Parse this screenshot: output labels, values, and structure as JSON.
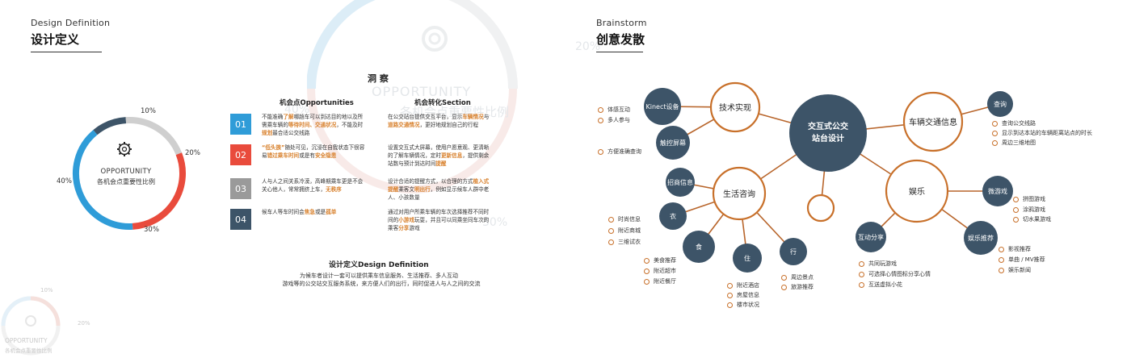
{
  "left_section": {
    "title_en": "Design Definition",
    "title_zh": "设计定义"
  },
  "right_section": {
    "title_en": "Brainstorm",
    "title_zh": "创意发散"
  },
  "watermark": {
    "big_text": "OPPORTUNITY",
    "big_sub": "各机会点重要性比例",
    "pct_20": "20%",
    "pct_30": "30%",
    "pct_40": "40%",
    "pct_10": "10%",
    "small_text": "OPPORTUNITY",
    "small_sub": "各机会点重要性比例"
  },
  "donut": {
    "center_title": "OPPORTUNITY",
    "center_sub": "各机会点重要性比例",
    "labels": {
      "p10": "10%",
      "p20": "20%",
      "p30": "30%",
      "p40": "40%"
    },
    "values": [
      10,
      20,
      30,
      40
    ],
    "colors": {
      "dark": "#3d5468",
      "grey": "#cfcfcf",
      "red": "#e94b3c",
      "blue": "#2f9cd8"
    }
  },
  "insight": {
    "heading": "洞 察",
    "col1_head": "机会点Opportunities",
    "col2_head": "机会转化Section",
    "rows": [
      {
        "num": "01",
        "color": "#2f9cd8",
        "opp": [
          [
            "不能准确",
            ""
          ],
          [
            "了解",
            "hl"
          ],
          [
            "哪趟车可以到达目的地以及所需乘车辆的",
            ""
          ],
          [
            "等待时间、交通状况",
            "hl"
          ],
          [
            "，不能及时",
            ""
          ],
          [
            "规划",
            "hl"
          ],
          [
            "最合适公交线路",
            ""
          ]
        ],
        "sol": [
          [
            "在公交站台提供交互平台，显示",
            ""
          ],
          [
            "车辆情况",
            "hl"
          ],
          [
            "与",
            ""
          ],
          [
            "道路交通情况",
            "hl"
          ],
          [
            "，更好地规划自己的行程",
            ""
          ]
        ]
      },
      {
        "num": "02",
        "color": "#e94b3c",
        "opp": [
          [
            "“低头族”",
            "hl"
          ],
          [
            "随处可见，沉浸在自我状态下很容易",
            ""
          ],
          [
            "错过乘车时间",
            "hl"
          ],
          [
            "或是有",
            ""
          ],
          [
            "安全隐患",
            "hl"
          ]
        ],
        "sol": [
          [
            "设置交互式大屏幕，使用户愿意观、更清晰的了解车辆情况，定时",
            ""
          ],
          [
            "更新信息",
            "hl"
          ],
          [
            "，提供剩余站数与预计到达时间",
            ""
          ],
          [
            "提醒",
            "hl"
          ]
        ]
      },
      {
        "num": "03",
        "color": "#9a9a9a",
        "opp": [
          [
            "人与人之间关系冷漠，高峰期乘车更是不会关心他人，常常拥挤上车，",
            ""
          ],
          [
            "无秩序",
            "hl"
          ]
        ],
        "sol": [
          [
            "设计合适的提醒方式，以合理的方式",
            ""
          ],
          [
            "植入式提醒",
            "hl"
          ],
          [
            "乘客文",
            ""
          ],
          [
            "明出行",
            "hl"
          ],
          [
            "，例如显示候车人群中老人、小孩数量",
            ""
          ]
        ]
      },
      {
        "num": "04",
        "color": "#3d5468",
        "opp": [
          [
            "候车人等车时间会",
            ""
          ],
          [
            "焦急",
            "hl"
          ],
          [
            "或是",
            ""
          ],
          [
            "孤单",
            "hl"
          ]
        ],
        "sol": [
          [
            "通过对用户所乘车辆的车次选择推荐不同时间的",
            ""
          ],
          [
            "小游戏",
            "hl"
          ],
          [
            "玩耍，并且可以同乘坐同车次的乘客",
            ""
          ],
          [
            "分享",
            "hl"
          ],
          [
            "游戏",
            ""
          ]
        ]
      }
    ],
    "definition_title": "设计定义Design Definition",
    "definition_line1": "为候车者设计一套可以提供乘车信息服务、生活推荐、多人互动",
    "definition_line2": "游戏等的公交站交互服务系统，来方便人们的出行，同时促进人与人之间的交流"
  },
  "mindmap": {
    "center": {
      "line1": "交互式公交",
      "line2": "站台设计"
    },
    "rings": {
      "tech": "技术实现",
      "vehicle": "车辆交通信息",
      "life": "生活咨询",
      "ent": "娱乐"
    },
    "nodes": {
      "kinect": "Kinect设备",
      "touch": "触控屏幕",
      "query": "查询",
      "merchant": "招商信息",
      "clothing": "衣",
      "food": "食",
      "housing": "住",
      "travel": "行",
      "mini": "微游戏",
      "share": "互动分享",
      "rec": "娱乐推荐"
    },
    "leaves": {
      "tech_a": "体感互动",
      "tech_b": "多人参与",
      "touch_a": "方便准确查询",
      "query_a": "查询公交线路",
      "query_b": "显示到达本站的车辆距离站点的时长",
      "query_c": "周边三维地图",
      "cloth_a": "时尚信息",
      "cloth_b": "附近商城",
      "cloth_c": "三维试衣",
      "food_a": "美食推荐",
      "food_b": "附近超市",
      "food_c": "附近餐厅",
      "house_a": "附近酒店",
      "house_b": "房屋信息",
      "house_c": "楼市状况",
      "travel_a": "周边景点",
      "travel_b": "旅游推荐",
      "mini_a": "拼图游戏",
      "mini_b": "涂鸦游戏",
      "mini_c": "切水果游戏",
      "share_a": "共同玩游戏",
      "share_b": "可选择心情图标分享心情",
      "share_c": "互送虚拟小花",
      "rec_a": "影视推荐",
      "rec_b": "单曲 / MV推荐",
      "rec_c": "娱乐新闻"
    },
    "colors": {
      "node": "#3d5468",
      "line": "#b8652b",
      "ring": "#c8702a"
    }
  }
}
